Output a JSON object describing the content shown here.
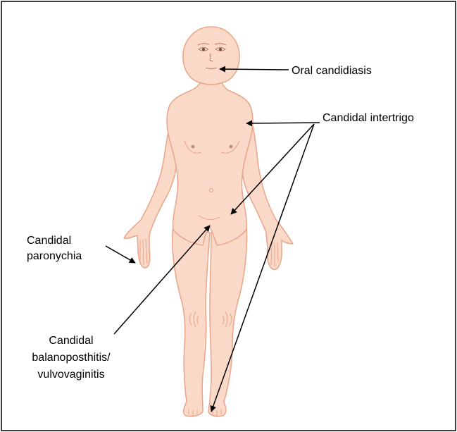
{
  "labels": {
    "oral": "Oral candidiasis",
    "intertrigo": "Candidal intertrigo",
    "paronychia_1": "Candidal",
    "paronychia_2": "paronychia",
    "balano_1": "Candidal",
    "balano_2": "balanoposthitis/",
    "balano_3": "vulvovaginitis"
  },
  "colors": {
    "skin": "#fbd9c8",
    "outline": "#e8a58a",
    "frame": "#000000"
  }
}
